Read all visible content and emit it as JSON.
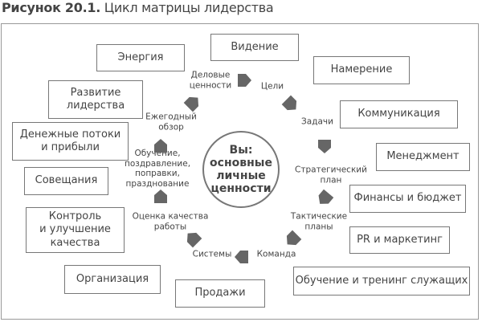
{
  "title": {
    "prefix": "Рисунок 20.1.",
    "text": "Цикл матрицы лидерства"
  },
  "center": "Вы:\nосновные\nличные\nценности",
  "cycle": [
    "Деловые\nценности",
    "Цели",
    "Задачи",
    "Стратегический\nплан",
    "Тактические\nпланы",
    "Команда",
    "Системы",
    "Оценка качества\nработы",
    "Обучение,\nпоздравление,\nпоправки,\nпразднование",
    "Ежегодный\nобзор"
  ],
  "boxes": [
    "Энергия",
    "Видение",
    "Намерение",
    "Развитие\nлидерства",
    "Коммуникация",
    "Денежные потоки\nи прибыли",
    "Менеджмент",
    "Совещания",
    "Финансы и бюджет",
    "Контроль\nи улучшение\nкачества",
    "PR и маркетинг",
    "Организация",
    "Продажи",
    "Обучение и тренинг служащих"
  ],
  "colors": {
    "arrow": "#666666",
    "border": "#777777",
    "text": "#444444"
  }
}
